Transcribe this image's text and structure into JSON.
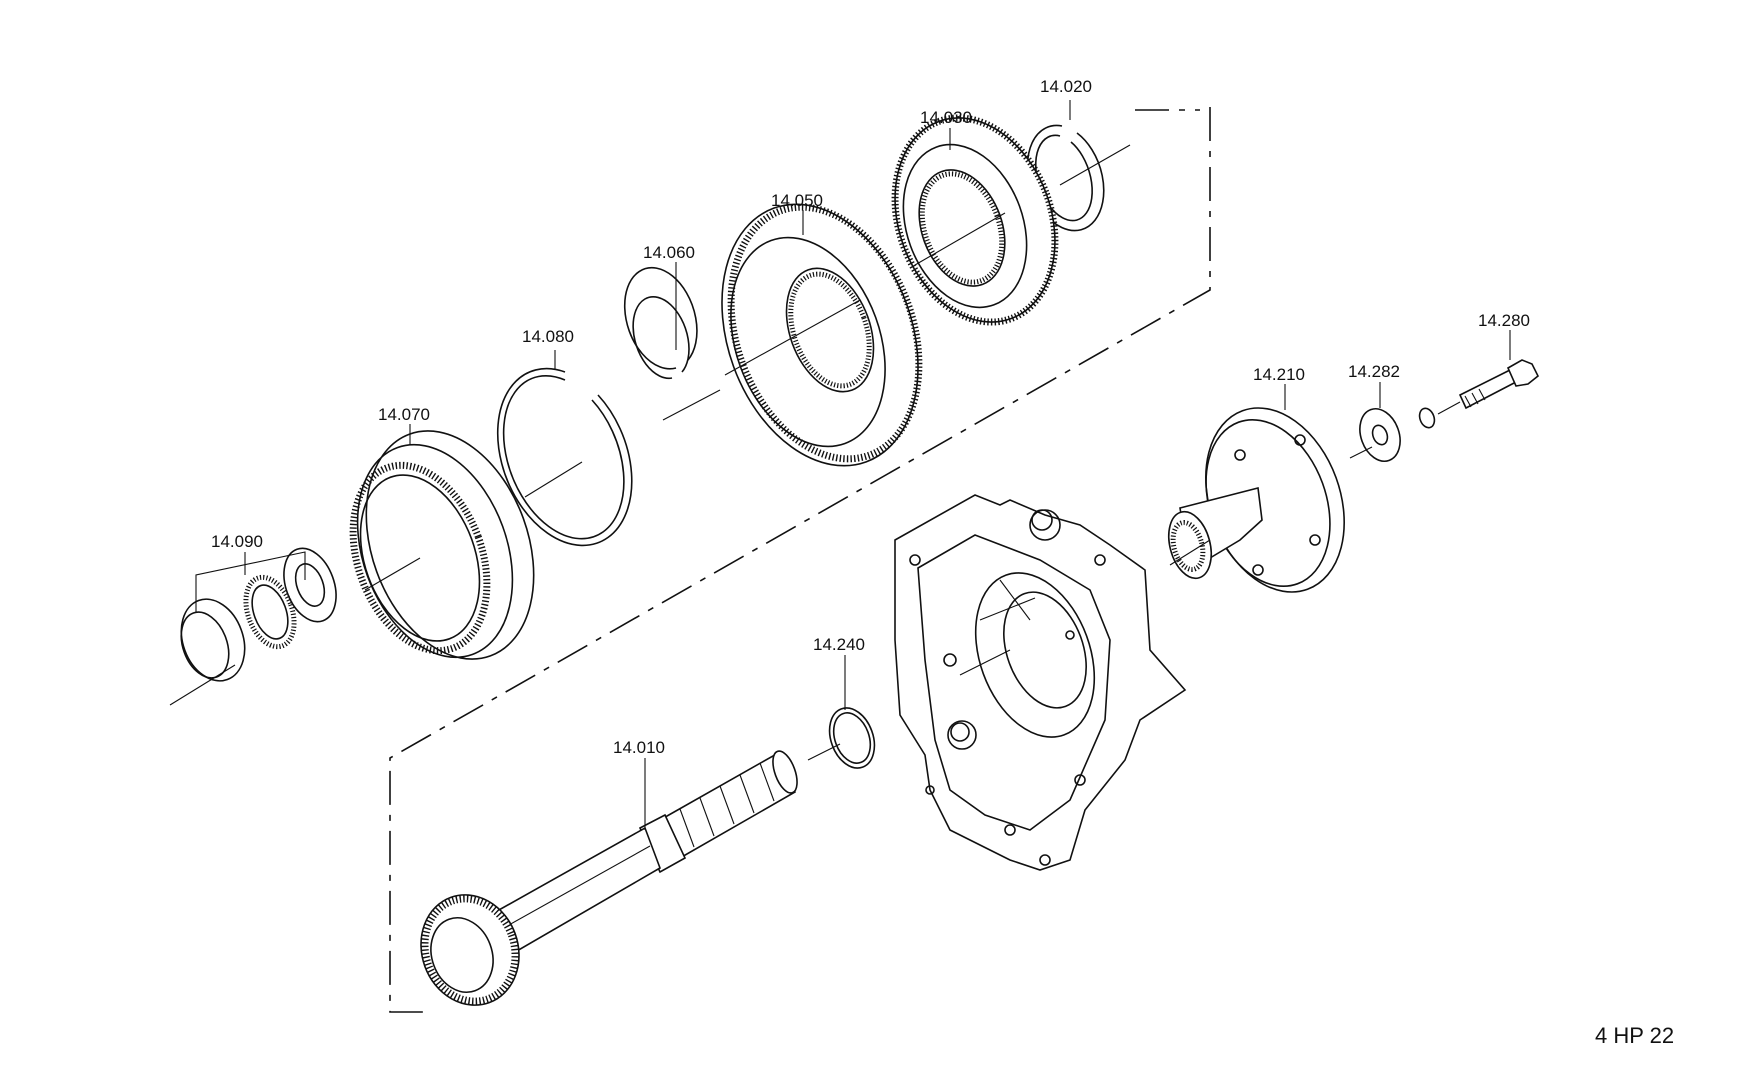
{
  "diagram_code": "4 HP 22",
  "parts": [
    {
      "id": "p14020",
      "label": "14.020"
    },
    {
      "id": "p14030",
      "label": "14.030"
    },
    {
      "id": "p14050",
      "label": "14.050"
    },
    {
      "id": "p14060",
      "label": "14.060"
    },
    {
      "id": "p14080",
      "label": "14.080"
    },
    {
      "id": "p14070",
      "label": "14.070"
    },
    {
      "id": "p14090",
      "label": "14.090"
    },
    {
      "id": "p14280",
      "label": "14.280"
    },
    {
      "id": "p14282",
      "label": "14.282"
    },
    {
      "id": "p14210",
      "label": "14.210"
    },
    {
      "id": "p14240",
      "label": "14.240"
    },
    {
      "id": "p14010",
      "label": "14.010"
    }
  ]
}
